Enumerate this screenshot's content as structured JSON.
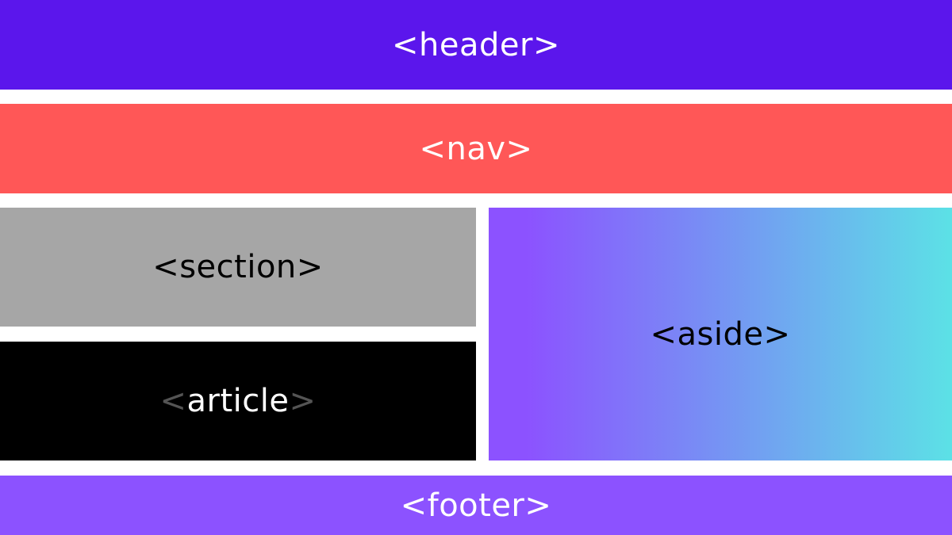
{
  "header": {
    "label": "<header>",
    "color": "#5b16ec"
  },
  "nav": {
    "label": "<nav>",
    "color": "#ff5757"
  },
  "section": {
    "label": "<section>",
    "color": "#a6a6a6"
  },
  "article": {
    "open_bracket": "<",
    "word": "article",
    "close_bracket": ">",
    "color": "#000000"
  },
  "aside": {
    "label": "<aside>",
    "gradient_start": "#8c52ff",
    "gradient_end": "#5ce1e6"
  },
  "footer": {
    "label": "<footer>",
    "color": "#8c52ff"
  }
}
